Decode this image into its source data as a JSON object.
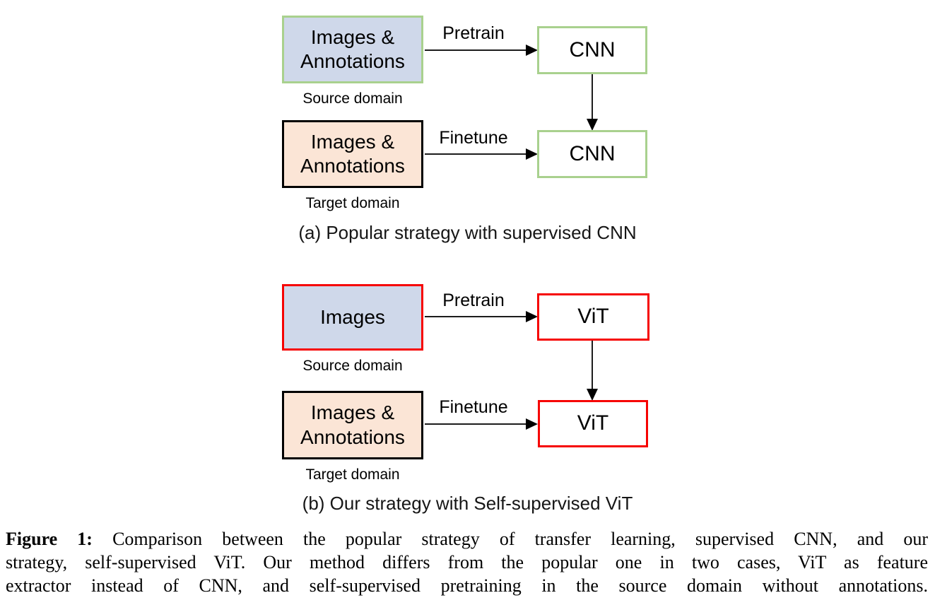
{
  "figure": {
    "panels": [
      {
        "id": "a",
        "source_box": {
          "text_lines": [
            "Images &",
            "Annotations"
          ]
        },
        "source_domain_label": "Source domain",
        "pretrain_arrow_label": "Pretrain",
        "pretrained_model_label": "CNN",
        "target_box": {
          "text_lines": [
            "Images &",
            "Annotations"
          ]
        },
        "target_domain_label": "Target domain",
        "finetune_arrow_label": "Finetune",
        "finetuned_model_label": "CNN",
        "caption": "(a) Popular strategy with supervised CNN"
      },
      {
        "id": "b",
        "source_box": {
          "text_lines": [
            "Images"
          ]
        },
        "source_domain_label": "Source domain",
        "pretrain_arrow_label": "Pretrain",
        "pretrained_model_label": "ViT",
        "target_box": {
          "text_lines": [
            "Images &",
            "Annotations"
          ]
        },
        "target_domain_label": "Target domain",
        "finetune_arrow_label": "Finetune",
        "finetuned_model_label": "ViT",
        "caption": "(b) Our strategy with Self-supervised ViT"
      }
    ],
    "caption": {
      "label": "Figure 1:",
      "lines": [
        "Comparison between the popular strategy of transfer learning, supervised CNN, and our",
        "strategy, self-supervised ViT. Our method differs from the popular one in two cases, ViT as feature",
        "extractor instead of CNN, and self-supervised pretraining in the source domain without annotations."
      ]
    },
    "colors": {
      "source_box_fill": "#cfd8ea",
      "target_box_fill": "#fbe5d6",
      "cnn_border": "#a9d18e",
      "vit_border": "#f60302",
      "target_border": "#000000",
      "arrow": "#1c1c1c"
    }
  }
}
